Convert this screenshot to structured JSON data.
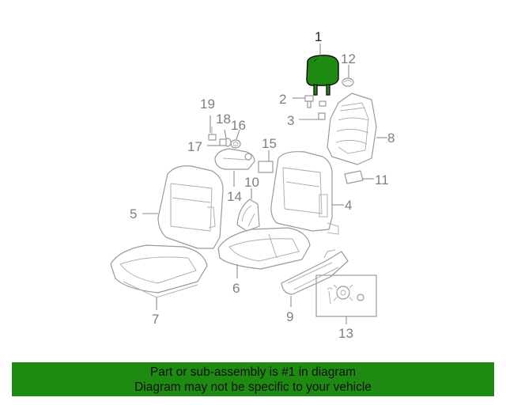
{
  "labels": {
    "p1": "1",
    "p2": "2",
    "p3": "3",
    "p4": "4",
    "p5": "5",
    "p6": "6",
    "p7": "7",
    "p8": "8",
    "p9": "9",
    "p10": "10",
    "p11": "11",
    "p12": "12",
    "p13": "13",
    "p14": "14",
    "p15": "15",
    "p16": "16",
    "p17": "17",
    "p18": "18",
    "p19": "19"
  },
  "highlight_color": "#1f8a12",
  "banner": {
    "line1": "Part or sub-assembly is #1 in diagram",
    "line2": "Diagram may not be specific to your vehicle"
  }
}
